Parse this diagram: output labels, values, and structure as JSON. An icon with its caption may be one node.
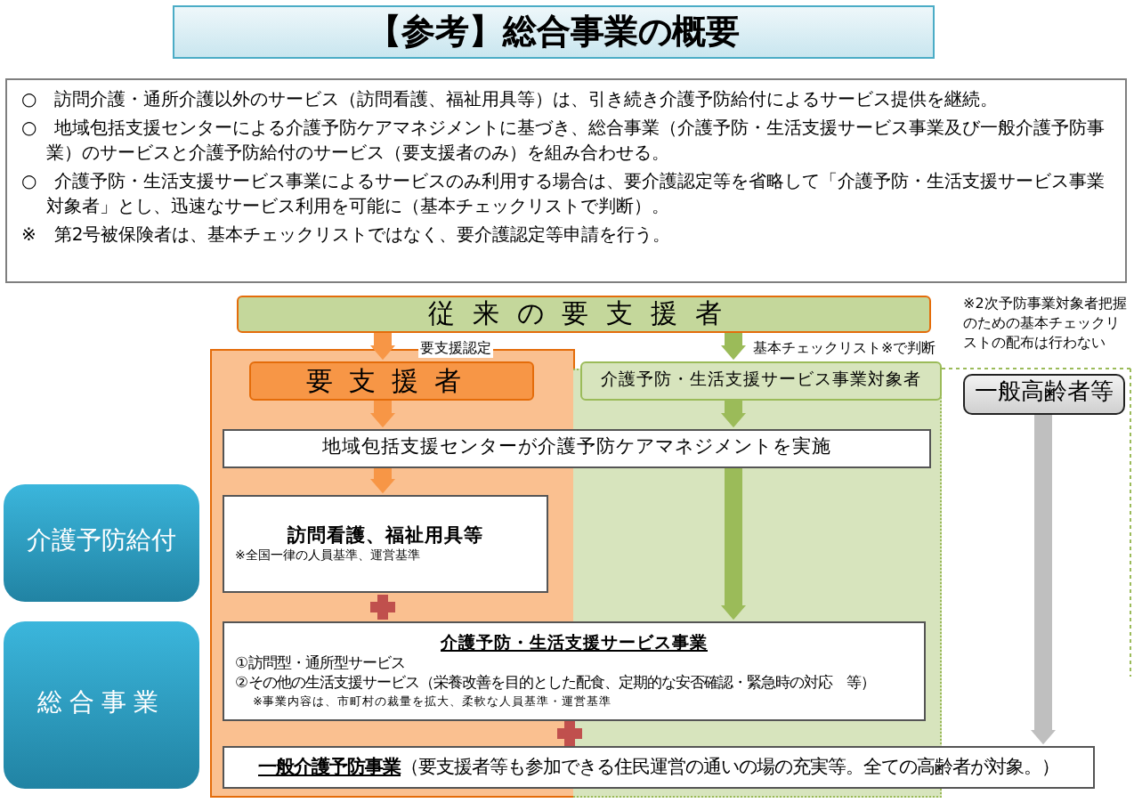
{
  "diagram": {
    "title": "【参考】総合事業の概要",
    "nodes": [
      {
        "text": [
          "従来の要支援者"
        ]
      },
      {
        "text": [
          "要支援者"
        ]
      },
      {
        "text": [
          "介護予防・生活支援サービス事業対象者"
        ]
      },
      {
        "text": [
          "一般高齢者等"
        ],
        "beside": [
          "※2次予防事業対象者把握のための基本チェックリストの配布は行わない"
        ]
      },
      {
        "text": [
          "地域包括支援センターが介護予防ケアマネジメントを実施"
        ]
      },
      {
        "text": [
          "訪問看護、福祉用具等",
          "※全国一律の人員基準、運営基準"
        ]
      },
      {
        "text": [
          "介護予防・生活支援サービス事業",
          "①訪問型・通所型サービス",
          "②その他の生活支援サービス（栄養改善を目的とした配食、定期的な安否確認・緊急時の対応　等）",
          "※事業内容は、市町村の裁量を拡大、柔軟な人員基準・運営基準"
        ]
      },
      {
        "text": [
          "**一般介護予防事業**（要支援者等も参加できる住民運営の通いの場の充実等。全ての高齢者が対象。）"
        ]
      },
      {
        "text": [
          "介護予防給付"
        ]
      },
      {
        "text": [
          "総合事業"
        ]
      }
    ],
    "edges": [
      {
        "from": 0,
        "to": 1,
        "arrow": "to",
        "label": "要支援認定"
      },
      {
        "from": 0,
        "to": 2,
        "arrow": "to",
        "label": "基本チェックリスト※で判断",
        "color": "#9bbb59"
      },
      {
        "from": 1,
        "to": 4,
        "arrow": "to"
      },
      {
        "from": 2,
        "to": 4,
        "arrow": "to",
        "color": "#9bbb59"
      },
      {
        "from": 4,
        "to": 5,
        "arrow": "to"
      },
      {
        "from": 4,
        "to": 6,
        "arrow": "to",
        "color": "#9bbb59"
      },
      {
        "from": 3,
        "to": 7,
        "arrow": "to",
        "color": "#bfbfbf"
      }
    ],
    "labels": [
      "○　訪問介護・通所介護以外のサービス（訪問看護、福祉用具等）は、引き続き介護予防給付によるサービス提供を継続。",
      "○　地域包括支援センターによる介護予防ケアマネジメントに基づき、総合事業（介護予防・生活支援サービス事業及び一般介護予防事業）のサービスと介護予防給付のサービス（要支援者のみ）を組み合わせる。",
      "○　介護予防・生活支援サービス事業によるサービスのみ利用する場合は、要介護認定等を省略して「介護予防・生活支援サービス事業対象者」とし、迅速なサービス利用を可能に（基本チェックリストで判断）。",
      "※　第2号被保険者は、基本チェックリストではなく、要介護認定等申請を行う。"
    ]
  }
}
